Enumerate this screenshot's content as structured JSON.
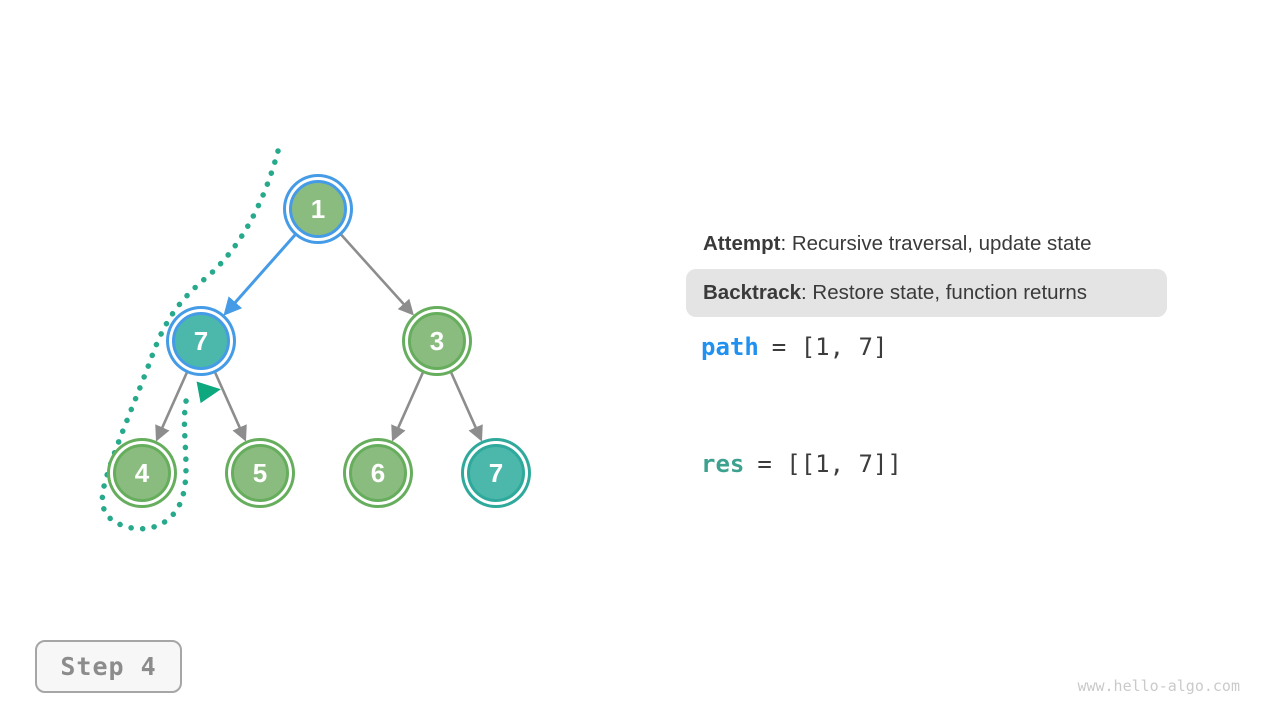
{
  "figure": {
    "topic": "backtracking binary tree traversal",
    "colors": {
      "node_green_fill": "#8BBC7F",
      "node_green_border": "#66AE5D",
      "node_teal_fill": "#4BB8AB",
      "node_teal_border": "#2EA99B",
      "highlight_blue": "#459BE6",
      "edge_gray": "#8D8D8D",
      "backtrack_dots_teal": "#27A98C",
      "direction_arrow_teal": "#0EA87F",
      "code_blue": "#2191F0",
      "code_teal": "#3DA18F",
      "pill_background": "#E4E4E4"
    }
  },
  "tree": {
    "nodes": [
      {
        "value": "1",
        "fill": "green",
        "ring": "blue"
      },
      {
        "value": "7",
        "fill": "teal",
        "ring": "blue"
      },
      {
        "value": "3",
        "fill": "green",
        "ring": "green"
      },
      {
        "value": "4",
        "fill": "green",
        "ring": "green"
      },
      {
        "value": "5",
        "fill": "green",
        "ring": "green"
      },
      {
        "value": "6",
        "fill": "green",
        "ring": "green"
      },
      {
        "value": "7",
        "fill": "teal",
        "ring": "teal"
      }
    ],
    "edges": [
      {
        "from": "1",
        "to": "7-left",
        "highlighted": true
      },
      {
        "from": "1",
        "to": "3",
        "highlighted": false
      },
      {
        "from": "7-left",
        "to": "4",
        "highlighted": false
      },
      {
        "from": "7-left",
        "to": "5",
        "highlighted": false
      },
      {
        "from": "3",
        "to": "6",
        "highlighted": false
      },
      {
        "from": "3",
        "to": "7-right",
        "highlighted": false
      }
    ]
  },
  "legend": {
    "attempt_label": "Attempt",
    "attempt_text": ": Recursive traversal, update state",
    "backtrack_label": "Backtrack",
    "backtrack_text": ": Restore state, function returns"
  },
  "state": {
    "path_var": "path",
    "path_value": "= [1, 7]",
    "res_var": "res",
    "res_value": "= [[1, 7]]"
  },
  "footer": {
    "step_label": "Step 4",
    "watermark": "www.hello-algo.com"
  }
}
